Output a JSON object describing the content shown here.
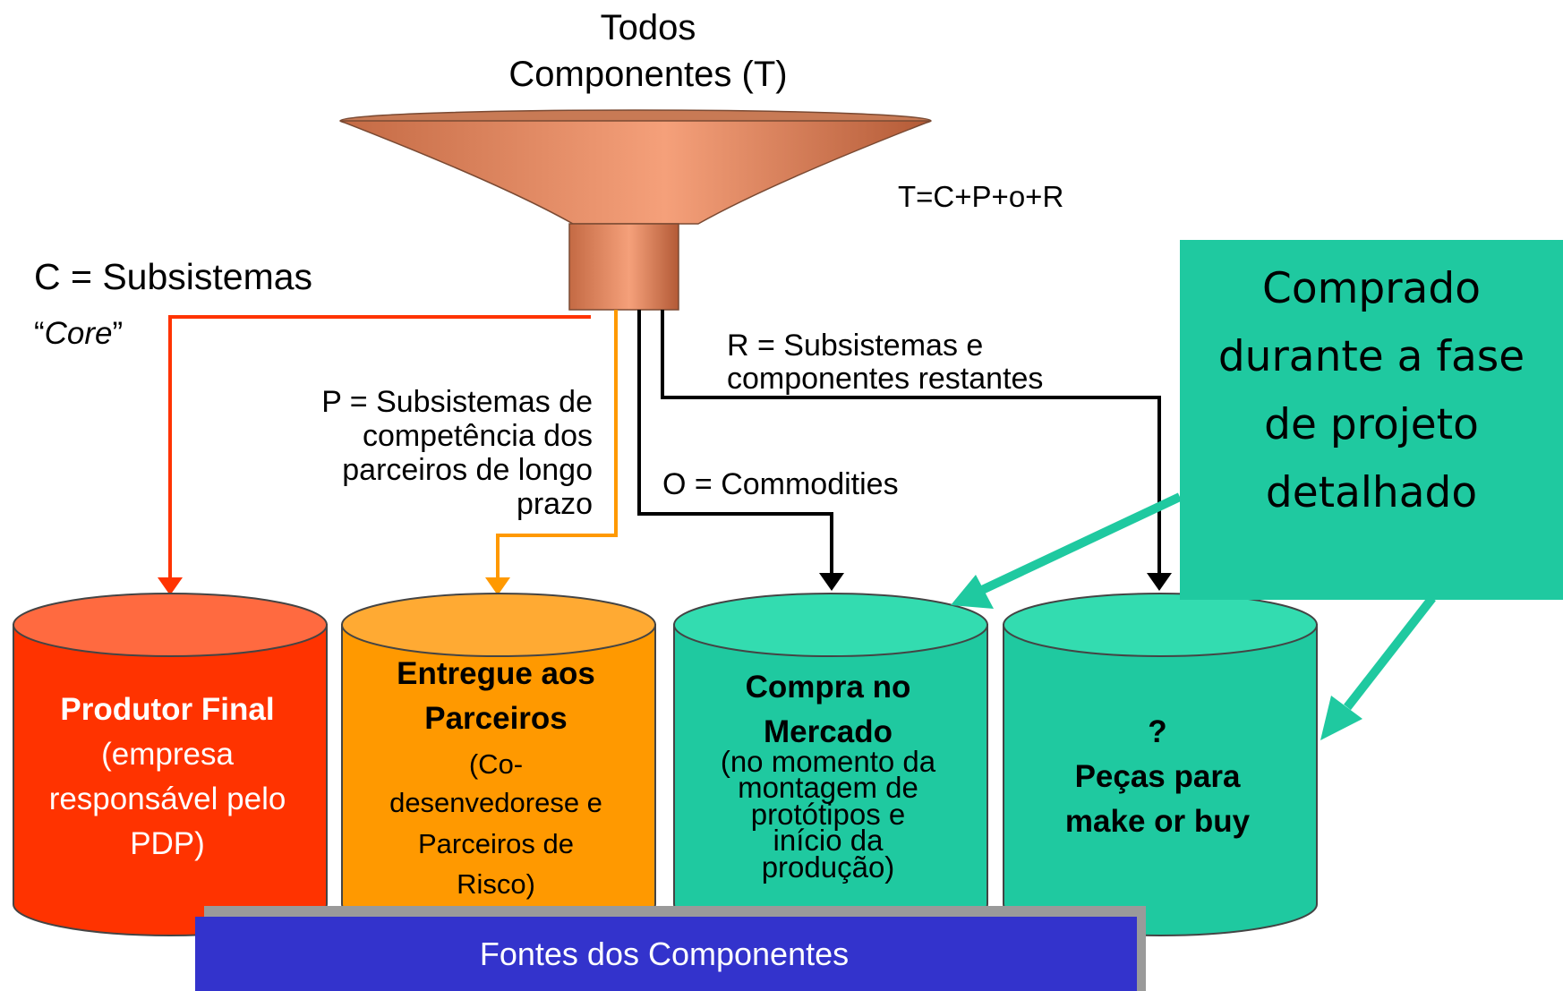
{
  "title": {
    "line1": "Todos",
    "line2": "Componentes (T)"
  },
  "formula": "T=C+P+o+R",
  "labels": {
    "c_line1": "C = Subsistemas",
    "c_line2_open": "“",
    "c_line2_core": "Core",
    "c_line2_close": "”",
    "p_lines": [
      "P = Subsistemas de",
      "competência dos",
      "parceiros de longo",
      "prazo"
    ],
    "r_lines": [
      "R = Subsistemas e",
      "componentes restantes"
    ],
    "o": "O = Commodities"
  },
  "cylinders": [
    {
      "color": "#ff3300",
      "lines": [
        "Produtor Final",
        "(empresa",
        "responsável pelo",
        "PDP)"
      ]
    },
    {
      "color": "#ff9900",
      "lines": [
        "Entregue aos",
        "Parceiros",
        "(Co-",
        "desenvedorese e",
        "Parceiros de",
        "Risco)"
      ]
    },
    {
      "color": "#1fc9a0",
      "lines": [
        "Compra no",
        "Mercado",
        "(no momento da",
        "montagem de",
        "protótipos e",
        "início da",
        "produção)"
      ]
    },
    {
      "color": "#1fc9a0",
      "lines": [
        "?",
        "Peças para",
        "make or buy"
      ]
    }
  ],
  "callout": {
    "color": "#1fc9a0",
    "lines": [
      "Comprado",
      "durante a fase",
      "de projeto",
      "detalhado"
    ]
  },
  "footer": {
    "label": "Fontes dos Componentes",
    "color": "#3333cc"
  },
  "colors": {
    "core_arrow": "#ff3300",
    "partner_arrow": "#ff9900",
    "other_arrow": "#000000",
    "funnel": "#e98a60"
  }
}
